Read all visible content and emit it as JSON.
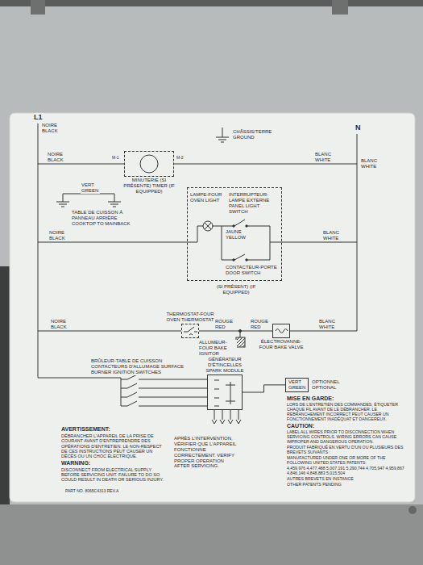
{
  "diagram": {
    "nodes": [
      {
        "text": [
          "MINUTERIE (SI PRÉSENTE) TIMER (IF EQUIPPED)"
        ]
      },
      {
        "text": [
          "LAMPE-FOUR OVEN LIGHT",
          "INTERRUPTEUR-LAMPE EXTERNE PANEL LIGHT SWITCH",
          "JAUNE YELLOW",
          "CONTACTEUR-PORTE DOOR SWITCH",
          "(SI PRÉSENT) (IF EQUIPPED)"
        ]
      },
      {
        "text": [
          "THERMOSTAT-FOUR OVEN THERMOSTAT"
        ]
      },
      {
        "text": [
          "ÉLECTROVANNE-FOUR BAKE VALVE"
        ]
      },
      {
        "text": [
          "GÉNÉRATEUR D'ÉTINCELLES SPARK MODULE"
        ]
      },
      {
        "text": [
          "VERT GREEN"
        ]
      }
    ],
    "edges": [
      {
        "from": 2,
        "to": 3,
        "arrow": "none"
      },
      {
        "from": 4,
        "to": 5,
        "arrow": "none"
      }
    ],
    "labels": [
      "L1",
      "NOIRE BLACK",
      "N",
      "CHÂSSIS/TERRE GROUND",
      "NOIRE BLACK",
      "M-1",
      "M-2",
      "BLANC WHITE",
      "BLANC WHITE",
      "VERT GREEN",
      "TABLE DE CUISSON À PANNEAU ARRIÈRE COOKTOP TO MAINBACK",
      "NOIRE BLACK",
      "BLANC WHITE",
      "NOIRE BLACK",
      "ROUGE RED",
      "ROUGE RED",
      "BLANC WHITE",
      "ALLUMEUR-FOUR BAKE IGNITOR",
      "BRÛLEUR-TABLE DE CUISSON CONTACTEURS D'ALLUMAGE SURFACE BURNER IGNITION SWITCHES",
      "OPTIONNEL OPTIONAL",
      "MISE EN GARDE:",
      "LORS DE L'ENTRETIEN DES COMMANDES, ÉTIQUETER CHAQUE FIL AVANT DE LE DÉBRANCHER. LE REBRANCHEMENT INCORRECT PEUT CAUSER UN FONCTIONNEMENT INADÉQUAT ET DANGEREUX.",
      "CAUTION:",
      "LABEL ALL WIRES PRIOR TO DISCONNECTION WHEN SERVICING CONTROLS. WIRING ERRORS CAN CAUSE IMPROPER AND DANGEROUS OPERATION.",
      "PRODUIT FABRIQUÉ EN VERTU D'UN OU PLUSIEURS DES BREVETS SUIVANTS :",
      "MANUFACTURED UNDER ONE OR MORE OF THE FOLLOWING UNITED STATES PATENTS:",
      "4,459,976 4,477,488 5,007,191 5,290,744 4,705,947 4,959,867 4,846,146 4,848,883 5,015,504",
      "AUTRES BREVETS EN INSTANCE",
      "OTHER PATENTS PENDING",
      "AVERTISSEMENT:",
      "DÉBRANCHER L'APPAREIL DE LA PRISE DE COURANT AVANT D'ENTREPRENDRE DES OPÉRATIONS D'ENTRETIEN. LE NON-RESPECT DE CES INSTRUCTIONS PEUT CAUSER UN DÉCÈS OU UN CHOC ÉLECTRIQUE.",
      "WARNING:",
      "DISCONNECT FROM ELECTRICAL SUPPLY BEFORE SERVICING UNIT. FAILURE TO DO SO COULD RESULT IN DEATH OR SERIOUS INJURY.",
      "APRÈS L'INTERVENTION, VÉRIFIER QUE L'APPAREIL FONCTIONNE CORRECTEMENT. VERIFY PROPER OPERATION AFTER SERVICING.",
      "PART NO. 8065C4313 REV.A"
    ]
  }
}
